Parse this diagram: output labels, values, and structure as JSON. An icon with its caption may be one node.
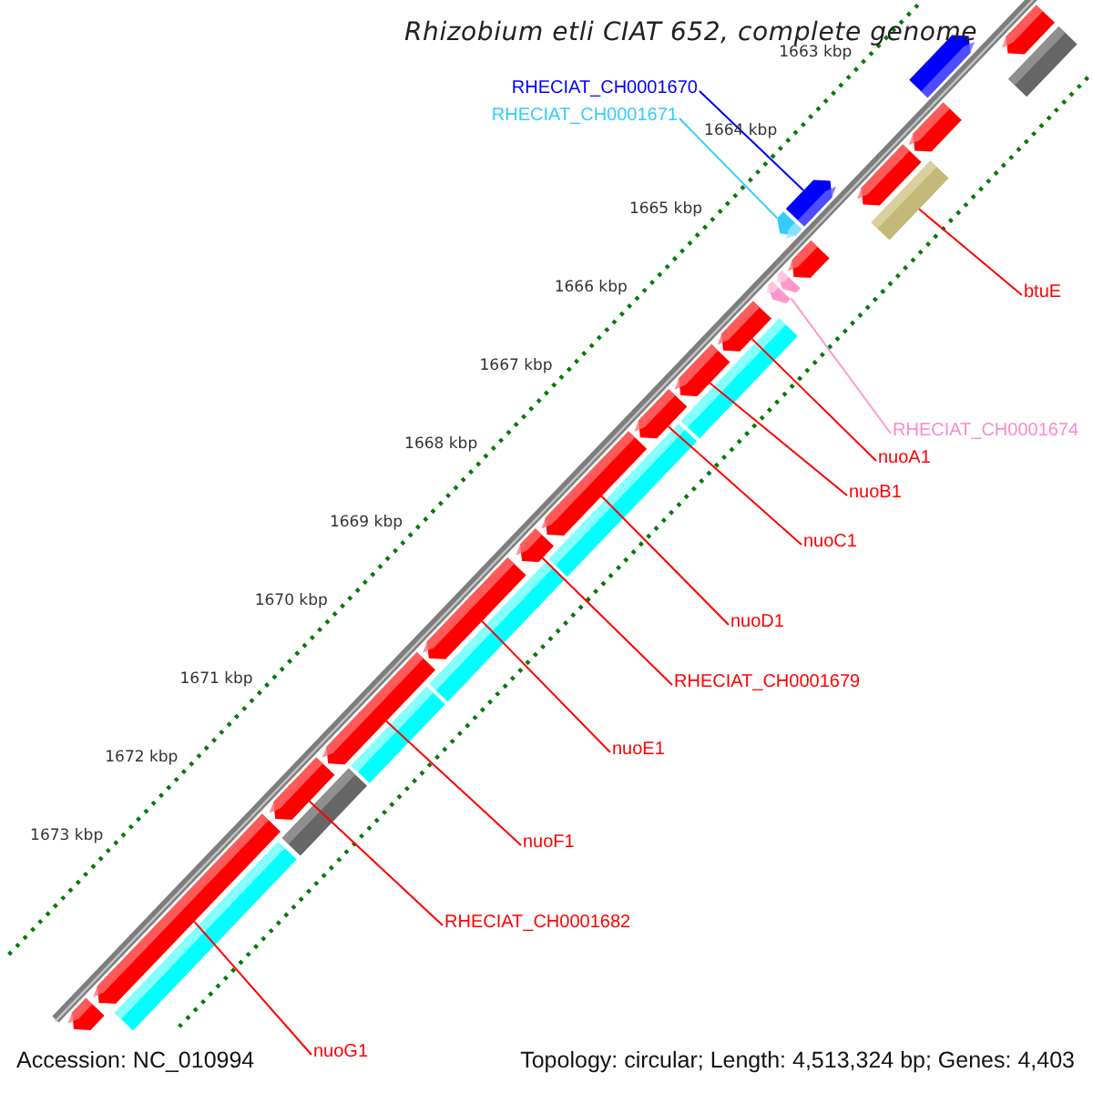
{
  "diagram": {
    "title": "Rhizobium etli CIAT 652, complete genome",
    "nodes": [
      {
        "text": [
          "RHECIAT_CH0001670"
        ]
      },
      {
        "text": [
          "RHECIAT_CH0001671"
        ]
      },
      {
        "text": [
          "btuE"
        ]
      },
      {
        "text": [
          "RHECIAT_CH0001674"
        ]
      },
      {
        "text": [
          "nuoA1"
        ]
      },
      {
        "text": [
          "nuoB1"
        ]
      },
      {
        "text": [
          "nuoC1"
        ]
      },
      {
        "text": [
          "nuoD1"
        ]
      },
      {
        "text": [
          "RHECIAT_CH0001679"
        ]
      },
      {
        "text": [
          "nuoE1"
        ]
      },
      {
        "text": [
          "nuoF1"
        ]
      },
      {
        "text": [
          "RHECIAT_CH0001682"
        ]
      },
      {
        "text": [
          "nuoG1"
        ]
      },
      {
        "text": [],
        "shape": "bar"
      },
      {
        "text": [],
        "shape": "bar"
      },
      {
        "text": [],
        "shape": "bar"
      },
      {
        "text": [],
        "shape": "bar"
      },
      {
        "text": [],
        "shape": "bar"
      },
      {
        "text": [],
        "shape": "bar"
      },
      {
        "text": [],
        "shape": "bar"
      },
      {
        "text": [],
        "shape": "bar"
      },
      {
        "text": [],
        "shape": "bar"
      },
      {
        "text": [],
        "shape": "bar"
      },
      {
        "text": [],
        "shape": "bar"
      },
      {
        "text": [],
        "shape": "bar"
      },
      {
        "text": [],
        "shape": "bar"
      },
      {
        "text": [],
        "shape": "bar"
      },
      {
        "text": [],
        "shape": "bar"
      },
      {
        "text": [],
        "shape": "bar"
      },
      {
        "text": [],
        "shape": "bar"
      },
      {
        "text": [],
        "shape": "bar"
      },
      {
        "text": [],
        "shape": "bar"
      },
      {
        "text": [],
        "shape": "bar"
      },
      {
        "text": [],
        "shape": "bar"
      },
      {
        "text": [],
        "shape": "bar"
      },
      {
        "text": [],
        "shape": "bar"
      },
      {
        "text": [],
        "shape": "bar"
      },
      {
        "text": [],
        "shape": "bar"
      },
      {
        "text": [],
        "shape": "bar"
      }
    ],
    "edges": [
      {
        "from": 0,
        "to": 13,
        "arrow": "none",
        "color": "#0000ff"
      },
      {
        "from": 1,
        "to": 14,
        "arrow": "none",
        "color": "#33ccff"
      },
      {
        "from": 2,
        "to": 15,
        "arrow": "none"
      },
      {
        "from": 3,
        "to": 16,
        "arrow": "none",
        "color": "#ff99cc"
      },
      {
        "from": 4,
        "to": 17,
        "arrow": "none"
      },
      {
        "from": 5,
        "to": 18,
        "arrow": "none"
      },
      {
        "from": 6,
        "to": 19,
        "arrow": "none"
      },
      {
        "from": 7,
        "to": 20,
        "arrow": "none"
      },
      {
        "from": 8,
        "to": 21,
        "arrow": "none"
      },
      {
        "from": 9,
        "to": 22,
        "arrow": "none"
      },
      {
        "from": 10,
        "to": 23,
        "arrow": "none"
      },
      {
        "from": 11,
        "to": 24,
        "arrow": "none"
      },
      {
        "from": 12,
        "to": 25,
        "arrow": "none"
      }
    ],
    "labels": [
      "1663 kbp",
      "1664 kbp",
      "1665 kbp",
      "1666 kbp",
      "1667 kbp",
      "1668 kbp",
      "1669 kbp",
      "1670 kbp",
      "1671 kbp",
      "1672 kbp",
      "1673 kbp",
      "Accession: NC_010994",
      "Topology: circular; Length: 4,513,324 bp; Genes: 4,403"
    ]
  }
}
